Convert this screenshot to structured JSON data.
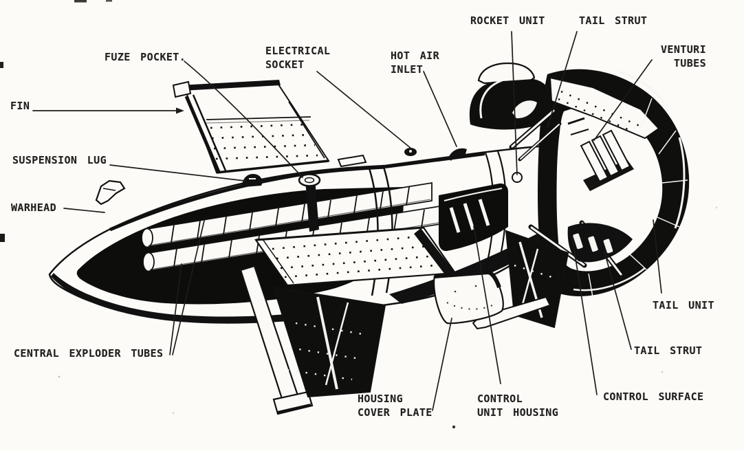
{
  "colors": {
    "paper": "#fcfbf8",
    "ink": "#121211",
    "text": "#232220"
  },
  "diagram": {
    "labels": {
      "fin": {
        "text": "FIN"
      },
      "fuze_pocket": {
        "text": "FUZE POCKET."
      },
      "electrical_socket": {
        "line1": "ELECTRICAL",
        "line2": "SOCKET"
      },
      "hot_air_inlet": {
        "line1": "HOT AIR",
        "line2": "INLET"
      },
      "rocket_unit": {
        "text": "ROCKET UNIT"
      },
      "tail_strut_top": {
        "text": "TAIL STRUT"
      },
      "venturi_tubes": {
        "line1": "VENTURI",
        "line2": "TUBES"
      },
      "suspension_lug": {
        "text": "SUSPENSION LUG"
      },
      "warhead": {
        "text": "WARHEAD"
      },
      "central_exploder_tubes": {
        "text": "CENTRAL EXPLODER TUBES"
      },
      "housing_cover_plate": {
        "line1": "HOUSING",
        "line2": "COVER PLATE"
      },
      "control_unit_housing": {
        "line1": "CONTROL",
        "line2": "UNIT HOUSING"
      },
      "control_surface": {
        "text": "CONTROL SURFACE"
      },
      "tail_strut_bottom": {
        "text": "TAIL STRUT"
      },
      "tail_unit": {
        "text": "TAIL UNIT"
      }
    }
  }
}
